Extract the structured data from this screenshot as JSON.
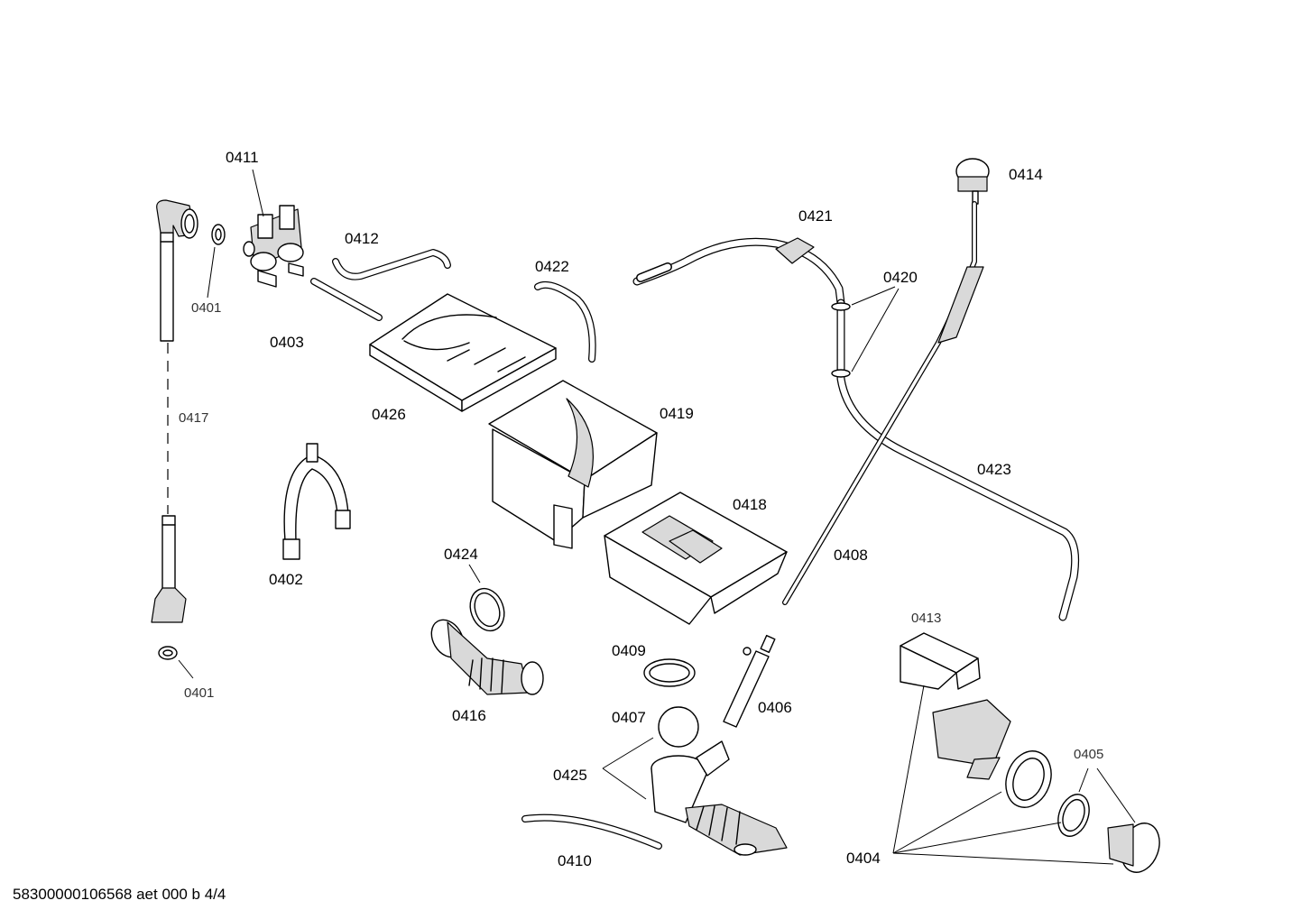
{
  "labels": {
    "p0411": "0411",
    "p0401a": "0401",
    "p0412": "0412",
    "p0403": "0403",
    "p0422": "0422",
    "p0421": "0421",
    "p0414": "0414",
    "p0420": "0420",
    "p0417": "0417",
    "p0426": "0426",
    "p0419": "0419",
    "p0423": "0423",
    "p0418": "0418",
    "p0408": "0408",
    "p0402": "0402",
    "p0424": "0424",
    "p0401b": "0401",
    "p0416": "0416",
    "p0409": "0409",
    "p0406": "0406",
    "p0407": "0407",
    "p0413": "0413",
    "p0405": "0405",
    "p0425": "0425",
    "p0410": "0410",
    "p0404": "0404"
  },
  "footer": "58300000106568 aet 000 b 4/4"
}
